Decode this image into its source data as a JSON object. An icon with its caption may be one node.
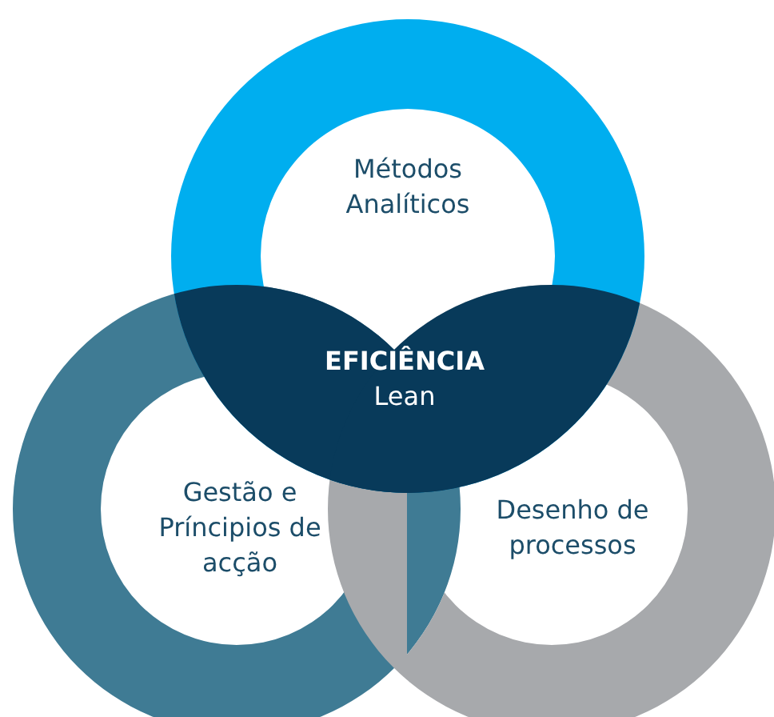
{
  "diagram": {
    "nodes": [
      {
        "text": [
          "Métodos Analíticos"
        ]
      },
      {
        "text": [
          "Gestão e Príncipios de acção"
        ]
      },
      {
        "text": [
          "Desenho de processos"
        ]
      },
      {
        "text": [
          "EFICIÊNCIA",
          "Lean"
        ]
      }
    ]
  }
}
